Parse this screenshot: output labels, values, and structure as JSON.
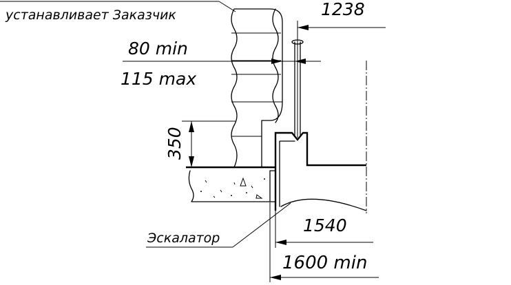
{
  "drawing": {
    "labels": {
      "customer_note": "устанавливает Заказчик",
      "dim_80_min": "80 min",
      "dim_115_max": "115 max",
      "dim_350": "350",
      "dim_1238": "1238",
      "dim_1540": "1540",
      "dim_1600_min": "1600 min",
      "escalator": "Эскалатор"
    }
  }
}
